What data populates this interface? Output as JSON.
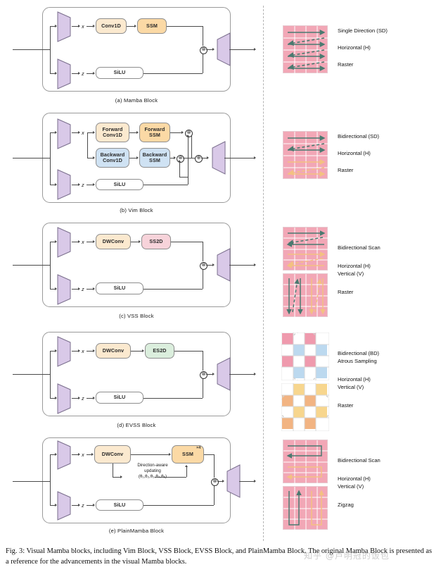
{
  "figure": {
    "caption": "Fig. 3: Visual Mamba blocks, including Vim Block, VSS Block, EVSS Block, and PlainMamba Block. The original Mamba Block is presented as a reference for the advancements in the visual Mamba blocks.",
    "watermark": "知乎 @卢明冠的饭包"
  },
  "vars": {
    "x": "x",
    "z": "z"
  },
  "blocks": [
    {
      "id": "mamba",
      "caption": "(a) Mamba Block",
      "boxes": {
        "conv": "Conv1D",
        "ssm": "SSM",
        "silu": "SiLU"
      },
      "ops": {
        "mul": "⊗"
      }
    },
    {
      "id": "vim",
      "caption": "(b) Vim Block",
      "boxes": {
        "fwd_conv": "Forward\nConv1D",
        "bwd_conv": "Backward\nConv1D",
        "fwd_ssm": "Forward\nSSM",
        "bwd_ssm": "Backward\nSSM",
        "silu": "SiLU"
      },
      "ops": {
        "mul": "⊗",
        "add": "⊕"
      }
    },
    {
      "id": "vss",
      "caption": "(c) VSS Block",
      "boxes": {
        "conv": "DWConv",
        "ssm": "SS2D",
        "silu": "SiLU"
      },
      "ops": {
        "mul": "⊗"
      }
    },
    {
      "id": "evss",
      "caption": "(d)  EVSS Block",
      "boxes": {
        "conv": "DWConv",
        "ssm": "ES2D",
        "silu": "SiLU"
      },
      "ops": {
        "mul": "⊗"
      }
    },
    {
      "id": "plainmamba",
      "caption": "(e)  PlainMamba Block",
      "boxes": {
        "conv": "DWConv",
        "ssm": "SSM",
        "silu": "SiLU"
      },
      "ops": {
        "mul": "⊗"
      },
      "ssm_superscript": "×4",
      "note_line1": "Direction-aware",
      "note_line2": "updating",
      "note_line3": "(θ₁,θ₂,θ₃,θ₄,θ₅)"
    }
  ],
  "scans": [
    {
      "id": "scan-mamba",
      "labels": [
        "Single Direction (SD)",
        "Horizontal (H)",
        "Raster"
      ]
    },
    {
      "id": "scan-vim",
      "labels": [
        "Bidirectional (SD)",
        "Horizontal (H)",
        "Raster"
      ]
    },
    {
      "id": "scan-vss",
      "labels": [
        "Bidirectional Scan",
        "Horizontal (H)",
        "Vertical (V)",
        "Raster"
      ]
    },
    {
      "id": "scan-evss",
      "labels": [
        "Bidirectional (BD)",
        "Atrous Sampling",
        "Horizontal (H)",
        "Vertical (V)",
        "Raster"
      ]
    },
    {
      "id": "scan-plainmamba",
      "labels": [
        "Bidirectional Scan",
        "Horizontal (H)",
        "Vertical (V)",
        "Zigzag"
      ]
    }
  ],
  "colors": {
    "grid_pink": "#f2a7b6",
    "arrow_dark": "#4a7a70",
    "arrow_light": "#f5c98a",
    "box_cream": "#fbe9cf",
    "box_orange": "#fbd9a5",
    "box_pink": "#f7d3da",
    "box_blue": "#cfe2f3",
    "box_green": "#dbeedd",
    "trapezoid": "#d9c9e8",
    "checker_pink": "#ef9aad",
    "checker_blue": "#bcd9ef",
    "checker_orange": "#f2b482",
    "checker_yellow": "#f7d68e"
  }
}
